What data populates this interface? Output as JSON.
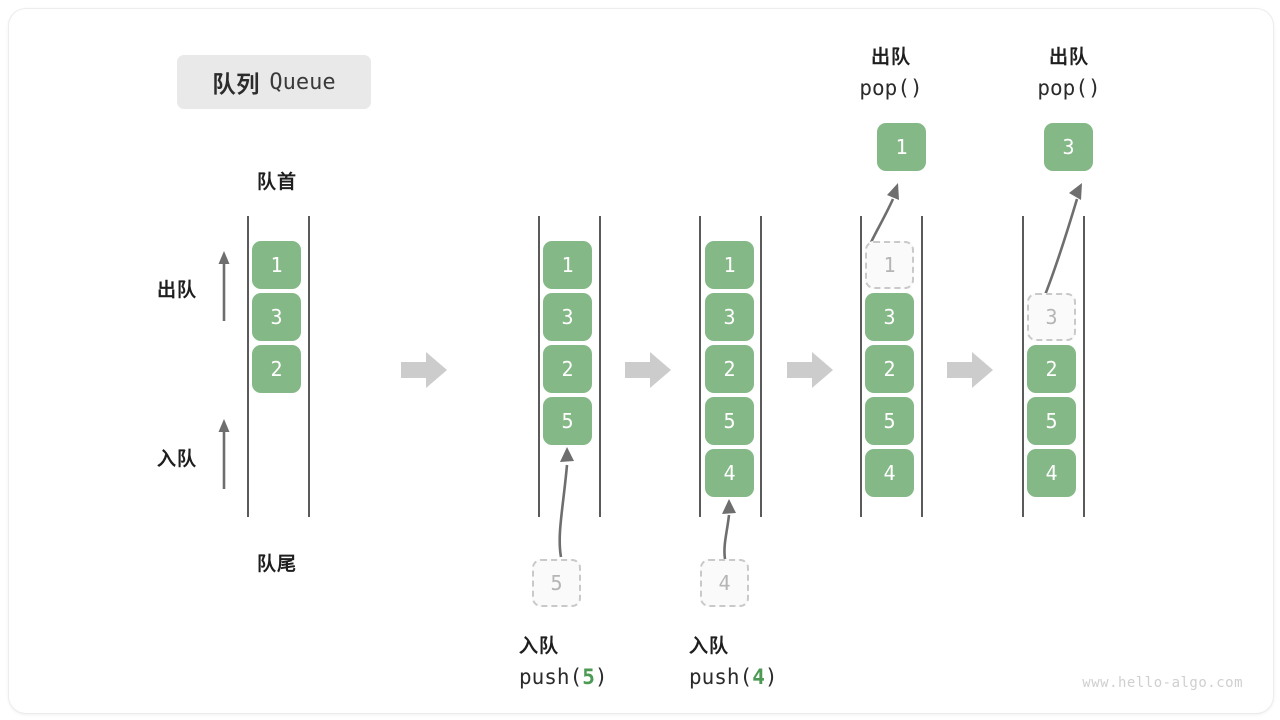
{
  "title": {
    "cn": "队列",
    "en": "Queue"
  },
  "labels": {
    "head": "队首",
    "tail": "队尾",
    "dequeue": "出队",
    "enqueue": "入队",
    "pop_call": "pop()"
  },
  "colors": {
    "box_fill": "#85b887",
    "box_text": "#ffffff",
    "ghost_fill": "#fafafa",
    "ghost_border": "#c9c9c9",
    "ghost_text": "#b5b5b5",
    "rail": "#5a5a5a",
    "arrow": "#6e6e6e",
    "sep_arrow": "#cccccc",
    "badge_bg": "#e9e9e9",
    "accent_green": "#4c9a53",
    "card_bg": "#ffffff",
    "watermark": "#cfcfcf"
  },
  "watermark": "www.hello-algo.com",
  "panels": [
    {
      "id": "panel-initial",
      "name": "initial-queue",
      "items": [
        {
          "value": "1",
          "state": "filled"
        },
        {
          "value": "3",
          "state": "filled"
        },
        {
          "value": "2",
          "state": "filled"
        }
      ],
      "annotations": {
        "head": "队首",
        "tail": "队尾",
        "dequeue": "出队",
        "enqueue": "入队"
      }
    },
    {
      "id": "panel-push-5",
      "name": "push-5",
      "items": [
        {
          "value": "1",
          "state": "filled"
        },
        {
          "value": "3",
          "state": "filled"
        },
        {
          "value": "2",
          "state": "filled"
        },
        {
          "value": "5",
          "state": "filled"
        }
      ],
      "incoming": {
        "value": "5",
        "state": "ghost"
      },
      "caption_cn": "入队",
      "caption_code_prefix": "push(",
      "caption_code_value": "5",
      "caption_code_suffix": ")"
    },
    {
      "id": "panel-push-4",
      "name": "push-4",
      "items": [
        {
          "value": "1",
          "state": "filled"
        },
        {
          "value": "3",
          "state": "filled"
        },
        {
          "value": "2",
          "state": "filled"
        },
        {
          "value": "5",
          "state": "filled"
        },
        {
          "value": "4",
          "state": "filled"
        }
      ],
      "incoming": {
        "value": "4",
        "state": "ghost"
      },
      "caption_cn": "入队",
      "caption_code_prefix": "push(",
      "caption_code_value": "4",
      "caption_code_suffix": ")"
    },
    {
      "id": "panel-pop-1",
      "name": "pop-1",
      "items": [
        {
          "value": "1",
          "state": "ghost"
        },
        {
          "value": "3",
          "state": "filled"
        },
        {
          "value": "2",
          "state": "filled"
        },
        {
          "value": "5",
          "state": "filled"
        },
        {
          "value": "4",
          "state": "filled"
        }
      ],
      "popped": {
        "value": "1",
        "state": "filled"
      },
      "caption_cn": "出队",
      "caption_code": "pop()"
    },
    {
      "id": "panel-pop-3",
      "name": "pop-3",
      "items": [
        {
          "value": "",
          "state": "empty"
        },
        {
          "value": "3",
          "state": "ghost"
        },
        {
          "value": "2",
          "state": "filled"
        },
        {
          "value": "5",
          "state": "filled"
        },
        {
          "value": "4",
          "state": "filled"
        }
      ],
      "popped": {
        "value": "3",
        "state": "filled"
      },
      "caption_cn": "出队",
      "caption_code": "pop()"
    }
  ],
  "separators": [
    {
      "name": "separator-arrow-1"
    },
    {
      "name": "separator-arrow-2"
    },
    {
      "name": "separator-arrow-3"
    },
    {
      "name": "separator-arrow-4"
    }
  ]
}
